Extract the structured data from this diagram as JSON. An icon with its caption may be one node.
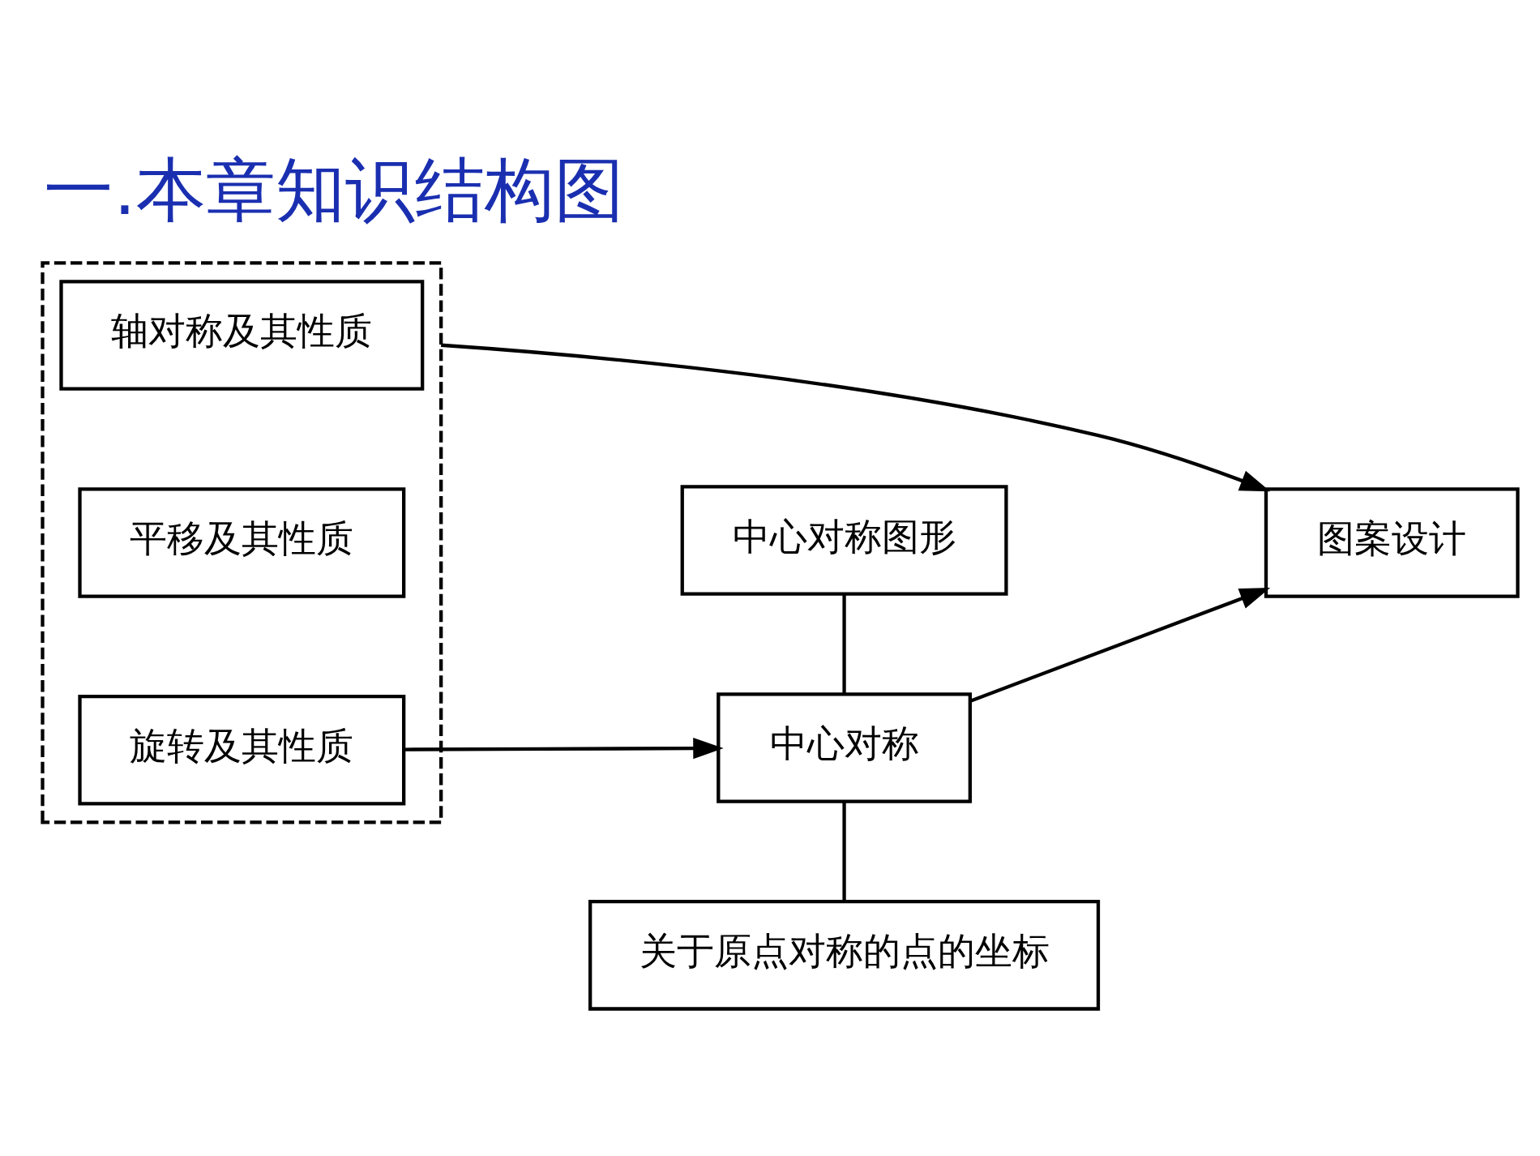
{
  "diagram": {
    "title": "一.本章知识结构图",
    "nodes": [
      {
        "text": [],
        "shape": "box"
      },
      {
        "text": [
          "旋转及其性质"
        ],
        "in": 0
      },
      {
        "text": [
          "平移及其性质"
        ],
        "in": 0
      },
      {
        "text": [
          "轴对称及其性质"
        ],
        "in": 0
      },
      {
        "text": [
          "中心对称图形"
        ]
      },
      {
        "text": [
          "中心对称"
        ]
      },
      {
        "text": [
          "图案设计"
        ]
      },
      {
        "text": [
          "关于原点对称的点的坐标"
        ]
      }
    ],
    "edges": [
      {
        "from": 1,
        "to": 5,
        "arrow": "to"
      },
      {
        "from": 4,
        "to": 5,
        "arrow": "none"
      },
      {
        "from": 5,
        "to": 6,
        "arrow": "to"
      },
      {
        "from": 5,
        "to": 7,
        "arrow": "none"
      },
      {
        "from": 0,
        "to": 6,
        "arrow": "to"
      }
    ]
  }
}
